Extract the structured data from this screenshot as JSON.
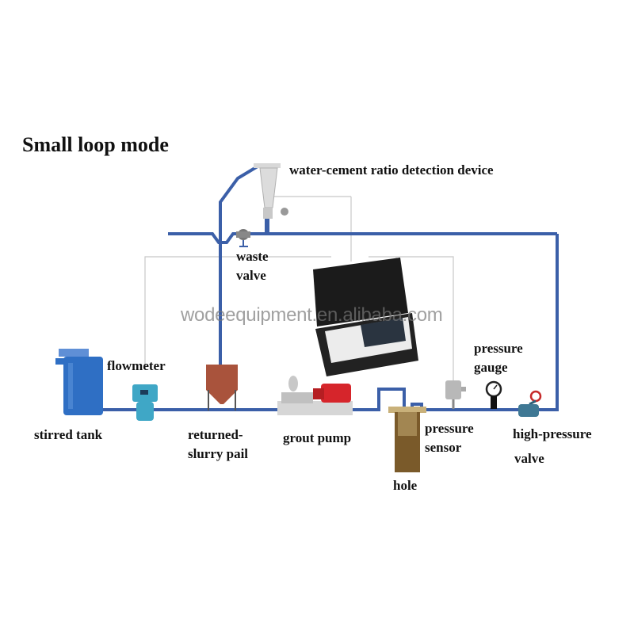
{
  "title": "Small loop mode",
  "watermark": "wodeequipment.en.alibaba.com",
  "colors": {
    "pipe": "#3b5fa8",
    "signal_line": "#c8c8c8",
    "tank": "#2f6fc4",
    "pail": "#a9533c",
    "hole_soil": "#7a5a2a",
    "pump_engine": "#d6252b"
  },
  "labels": {
    "water_cement_device": "water-cement ratio detection device",
    "waste_valve_line1": "waste",
    "waste_valve_line2": "valve",
    "flowmeter": "flowmeter",
    "stirred_tank": "stirred tank",
    "returned_pail_line1": "returned-",
    "returned_pail_line2": "slurry pail",
    "grout_pump": "grout pump",
    "pressure_sensor_line1": "pressure",
    "pressure_sensor_line2": "sensor",
    "hole": "hole",
    "pressure_gauge_line1": "pressure",
    "pressure_gauge_line2": "gauge",
    "high_pressure_valve_line1": "high-pressure",
    "high_pressure_valve_line2": "valve"
  }
}
